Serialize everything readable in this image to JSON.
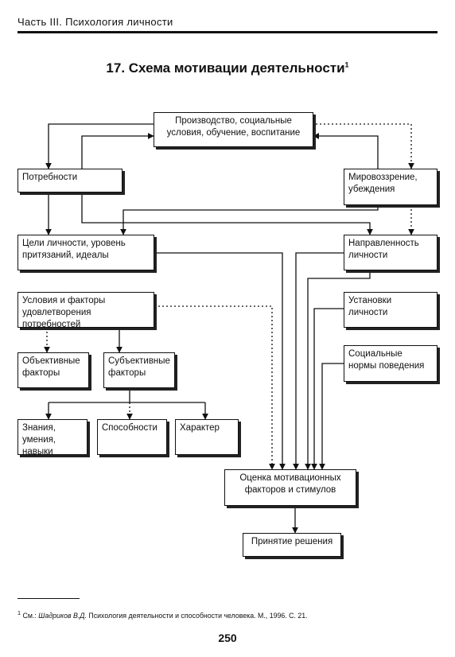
{
  "header": {
    "running_head": "Часть III. Психология личности"
  },
  "figure": {
    "title": "17. Схема мотивации деятельности",
    "title_note": "1",
    "nodes": {
      "production": "Производство, социальные условия, обучение, воспитание",
      "needs": "Потребности",
      "worldview": "Мировоззрение, убеждения",
      "goals": "Цели личности, уровень притязаний, идеалы",
      "orientation": "Направленность личности",
      "conditions": "Условия и факторы удовлетворения потребностей",
      "attitudes": "Установки личности",
      "objective": "Объективные факторы",
      "subjective": "Субъективные факторы",
      "norms": "Социальные нормы поведения",
      "knowledge": "Знания, умения, навыки",
      "abilities": "Способности",
      "character": "Характер",
      "evaluation": "Оценка мотивационных факторов и стимулов",
      "decision": "Принятие решения"
    }
  },
  "footnote": {
    "marker": "1",
    "prefix": "См.:",
    "author": "Шадриков В.Д.",
    "text": "Психология деятельности и способности человека. М., 1996. С. 21."
  },
  "page": {
    "number": "250"
  }
}
